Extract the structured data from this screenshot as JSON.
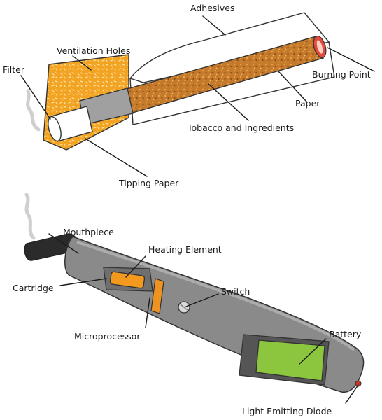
{
  "cigarette": {
    "labels": {
      "adhesives": "Adhesives",
      "ventilation_holes": "Ventilation Holes",
      "filter": "Filter",
      "burning_point": "Burning Point",
      "paper": "Paper",
      "tobacco": "Tobacco and Ingredients",
      "tipping_paper": "Tipping Paper"
    }
  },
  "ecig": {
    "labels": {
      "mouthpiece": "Mouthpiece",
      "heating_element": "Heating Element",
      "cartridge": "Cartridge",
      "switch": "Switch",
      "microprocessor": "Microprocessor",
      "battery": "Battery",
      "led": "Light Emitting Diode"
    }
  },
  "colors": {
    "tipping_orange": "#f2a321",
    "tobacco_brown": "#c9822e",
    "ecig_body": "#8a8a8a",
    "battery_green": "#8cc63f",
    "heater_orange": "#f39a1e",
    "ring_orange": "#ee9322",
    "mouthpiece_black": "#2b2b2b"
  }
}
